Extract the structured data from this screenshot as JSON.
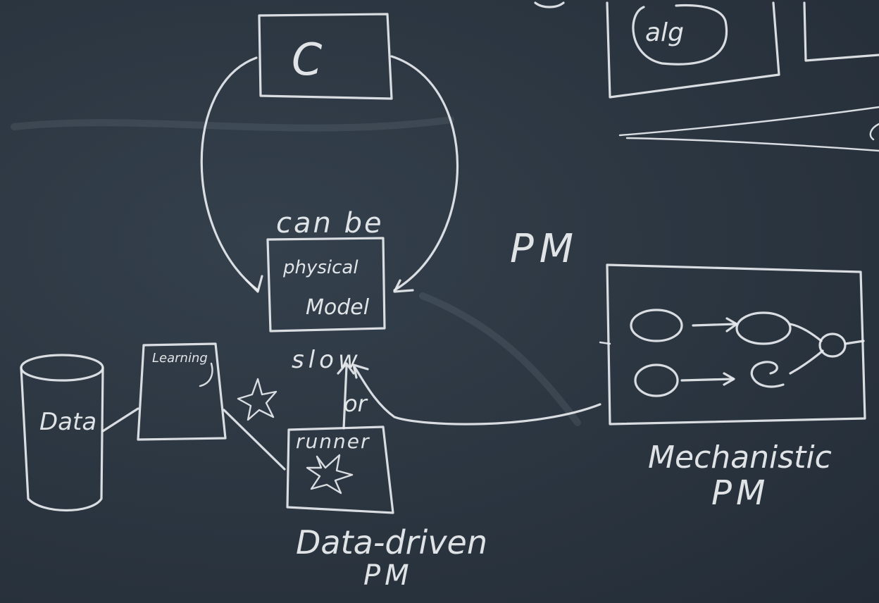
{
  "board": {
    "c_box": "C",
    "alg_label": "alg",
    "can_be": "can be",
    "pm_center": "PM",
    "physical_line1": "physical",
    "physical_line2": "Model",
    "slow": "slow",
    "or": "or",
    "learning": "Learning",
    "data": "Data",
    "runner": "runner",
    "data_driven_line1": "Data-driven",
    "data_driven_line2": "PM",
    "mechanistic_line1": "Mechanistic",
    "mechanistic_line2": "PM"
  },
  "colors": {
    "chalkboard": "#2b3540",
    "chalk": "#e8ecef"
  }
}
